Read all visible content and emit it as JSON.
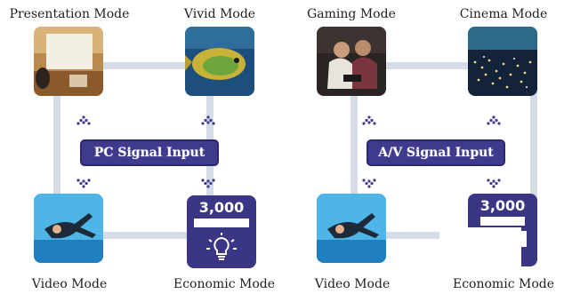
{
  "diagrams": [
    {
      "signal_label": "PC Signal Input",
      "modes": {
        "top_left": "Presentation Mode",
        "top_right": "Vivid Mode",
        "bottom_left": "Video Mode",
        "bottom_right": "Economic Mode"
      },
      "economic_value": "3,000"
    },
    {
      "signal_label": "A/V Signal Input",
      "modes": {
        "top_left": "Gaming Mode",
        "top_right": "Cinema Mode",
        "bottom_left": "Video Mode",
        "bottom_right": "Economic Mode"
      },
      "economic_value": "3,000"
    }
  ],
  "icons": [
    "lightbulb-icon",
    "arrow-up-icon",
    "arrow-down-icon"
  ],
  "colors": {
    "panel": "#3b3585",
    "signal_box": "#3f3a8c",
    "connector": "#d6dbe8"
  }
}
